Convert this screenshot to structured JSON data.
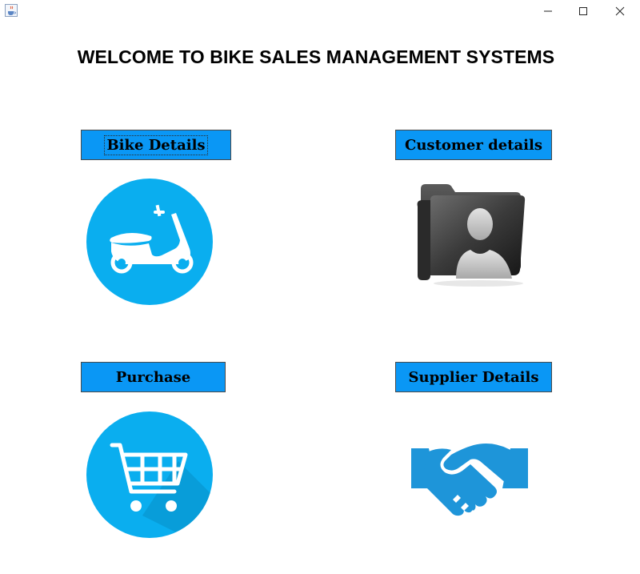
{
  "window": {
    "app_icon": "java-cup-icon",
    "controls": [
      "minimize-icon",
      "maximize-icon",
      "close-icon"
    ]
  },
  "heading": "WELCOME TO BIKE SALES MANAGEMENT SYSTEMS",
  "buttons": {
    "bike_details": "Bike Details",
    "customer_details": "Customer details",
    "purchase": "Purchase",
    "supplier_details": "Supplier Details"
  },
  "images": [
    "scooter-icon",
    "user-folder-icon",
    "shopping-cart-icon",
    "handshake-icon"
  ],
  "colors": {
    "button_bg": "#0a97f5",
    "icon_circle": "#0aaeef",
    "handshake": "#1e95d9"
  }
}
